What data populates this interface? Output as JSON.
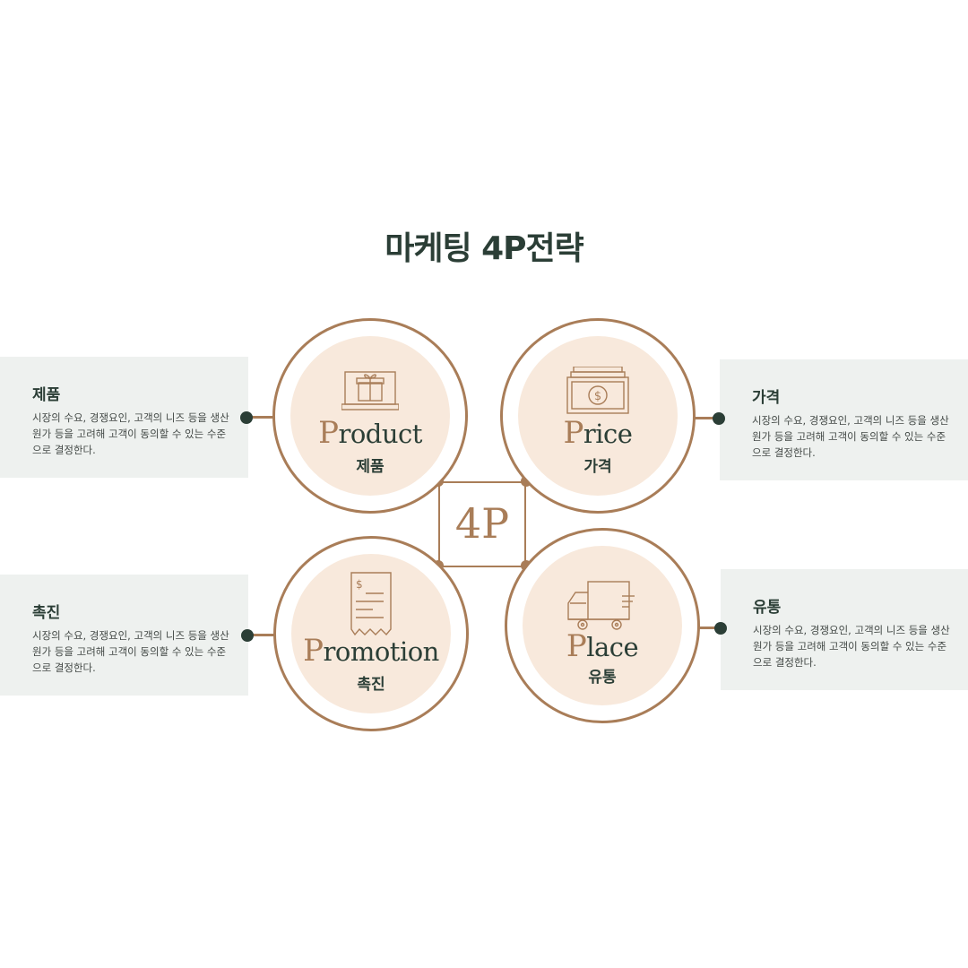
{
  "title": "마케팅 4P전략",
  "center": {
    "label": "4P"
  },
  "colors": {
    "accent": "#a97d58",
    "dark": "#2b3e36",
    "disc": "#f8e9dc",
    "panel": "#eef1ef"
  },
  "quadrants": {
    "product": {
      "en_first": "P",
      "en_rest": "roduct",
      "ko": "제품",
      "icon": "laptop-gift-icon",
      "panel_title": "제품",
      "panel_desc": "시장의 수요, 경쟁요인, 고객의 니즈 등을 생산원가 등을 고려해 고객이 동의할 수 있는 수준으로 결정한다."
    },
    "price": {
      "en_first": "P",
      "en_rest": "rice",
      "ko": "가격",
      "icon": "money-icon",
      "panel_title": "가격",
      "panel_desc": "시장의 수요, 경쟁요인, 고객의 니즈 등을 생산원가 등을 고려해 고객이 동의할 수 있는 수준으로 결정한다."
    },
    "promotion": {
      "en_first": "P",
      "en_rest": "romotion",
      "ko": "촉진",
      "icon": "receipt-icon",
      "panel_title": "촉진",
      "panel_desc": "시장의 수요, 경쟁요인, 고객의 니즈 등을 생산원가 등을 고려해 고객이 동의할 수 있는 수준으로 결정한다."
    },
    "place": {
      "en_first": "P",
      "en_rest": "lace",
      "ko": "유통",
      "icon": "truck-icon",
      "panel_title": "유통",
      "panel_desc": "시장의 수요, 경쟁요인, 고객의 니즈 등을 생산원가 등을 고려해 고객이 동의할 수 있는 수준으로 결정한다."
    }
  }
}
